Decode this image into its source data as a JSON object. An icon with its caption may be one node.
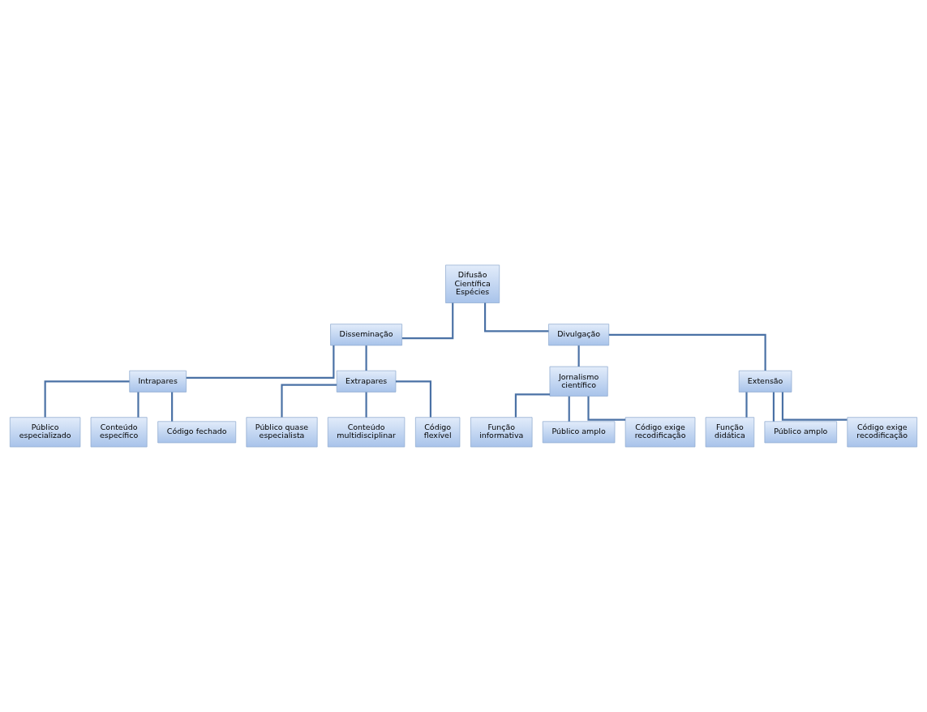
{
  "diagram": {
    "nodes": [
      {
        "text": [
          "Difusão Científica Espécies"
        ]
      },
      {
        "text": [
          "Disseminação"
        ]
      },
      {
        "text": [
          "Divulgação"
        ]
      },
      {
        "text": [
          "Intrapares"
        ]
      },
      {
        "text": [
          "Extrapares"
        ]
      },
      {
        "text": [
          "Jornalismo científico"
        ]
      },
      {
        "text": [
          "Extensão"
        ]
      },
      {
        "text": [
          "Público especializado"
        ]
      },
      {
        "text": [
          "Conteúdo específico"
        ]
      },
      {
        "text": [
          "Código fechado"
        ]
      },
      {
        "text": [
          "Público quase especialista"
        ]
      },
      {
        "text": [
          "Conteúdo multidisciplinar"
        ]
      },
      {
        "text": [
          "Código flexível"
        ]
      },
      {
        "text": [
          "Função informativa"
        ]
      },
      {
        "text": [
          "Público amplo"
        ]
      },
      {
        "text": [
          "Código exige recodificação"
        ]
      },
      {
        "text": [
          "Função didática"
        ]
      },
      {
        "text": [
          "Público amplo"
        ]
      },
      {
        "text": [
          "Código exige recodificação"
        ]
      }
    ],
    "edges": [
      {
        "from": 0,
        "to": 1,
        "arrow": "none"
      },
      {
        "from": 0,
        "to": 2,
        "arrow": "none"
      },
      {
        "from": 1,
        "to": 3,
        "arrow": "none"
      },
      {
        "from": 1,
        "to": 4,
        "arrow": "none"
      },
      {
        "from": 2,
        "to": 5,
        "arrow": "none"
      },
      {
        "from": 2,
        "to": 6,
        "arrow": "none"
      },
      {
        "from": 3,
        "to": 7,
        "arrow": "none"
      },
      {
        "from": 3,
        "to": 8,
        "arrow": "none"
      },
      {
        "from": 3,
        "to": 9,
        "arrow": "none"
      },
      {
        "from": 4,
        "to": 10,
        "arrow": "none"
      },
      {
        "from": 4,
        "to": 11,
        "arrow": "none"
      },
      {
        "from": 4,
        "to": 12,
        "arrow": "none"
      },
      {
        "from": 5,
        "to": 13,
        "arrow": "none"
      },
      {
        "from": 5,
        "to": 14,
        "arrow": "none"
      },
      {
        "from": 5,
        "to": 15,
        "arrow": "none"
      },
      {
        "from": 6,
        "to": 16,
        "arrow": "none"
      },
      {
        "from": 6,
        "to": 17,
        "arrow": "none"
      },
      {
        "from": 6,
        "to": 18,
        "arrow": "none"
      }
    ]
  }
}
